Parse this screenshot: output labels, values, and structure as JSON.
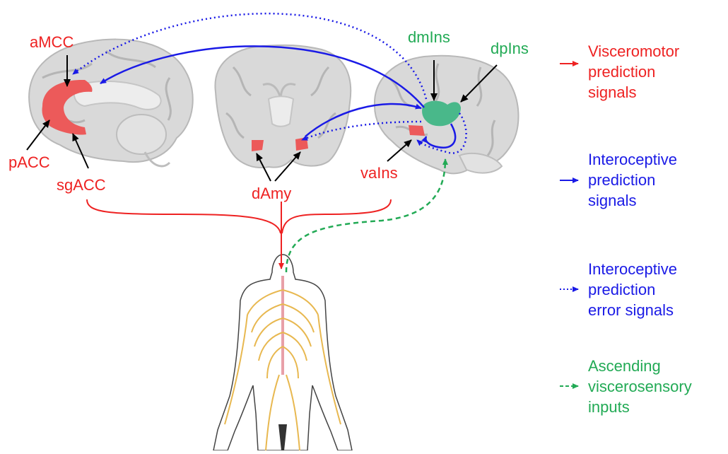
{
  "regions": {
    "aMCC": "aMCC",
    "pACC": "pACC",
    "sgACC": "sgACC",
    "dAmy": "dAmy",
    "vaIns": "vaIns",
    "dmIns": "dmIns",
    "dpIns": "dpIns"
  },
  "legend": [
    {
      "lines": [
        "Visceromotor",
        "prediction",
        "signals"
      ],
      "style": "solid",
      "color": "#ee2222"
    },
    {
      "lines": [
        "Interoceptive",
        "prediction",
        "signals"
      ],
      "style": "solid",
      "color": "#1a1ae6"
    },
    {
      "lines": [
        "Interoceptive",
        "prediction",
        "error signals"
      ],
      "style": "dotted",
      "color": "#1a1ae6"
    },
    {
      "lines": [
        "Ascending",
        "viscerosensory",
        "inputs"
      ],
      "style": "dashed",
      "color": "#22aa55"
    }
  ],
  "colors": {
    "visceromotor": "#ee2222",
    "interoceptive": "#1a1ae6",
    "ascending": "#22aa55",
    "red_region": "#ec5a5a",
    "green_region": "#49b88a",
    "nerves": "#e8b850"
  }
}
